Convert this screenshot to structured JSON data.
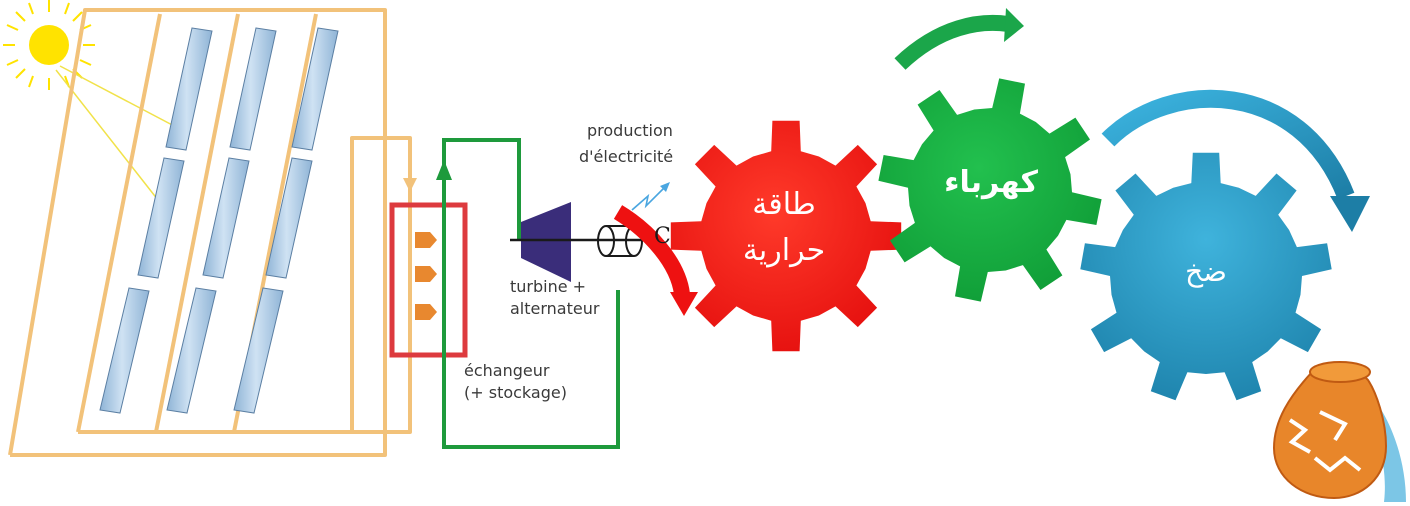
{
  "labels": {
    "production": "production",
    "electricite": "d'électricité",
    "turbine": "turbine +",
    "alternateur": "alternateur",
    "echangeur": "échangeur",
    "stockage": "(+ stockage)",
    "generator_symbol": "C"
  },
  "gears": {
    "thermal_line1": "طاقة",
    "thermal_line2": "حرارية",
    "electricity": "كهرباء",
    "pumping": "ضخ"
  },
  "colors": {
    "pipe": "#f2c27a",
    "green_pipe": "#1e9a3c",
    "exchanger_frame": "#dd3a3e",
    "exchanger_cell": "#e8882f",
    "turbine": "#3a2d7a",
    "mirror": "#aacbe6",
    "sun": "#ffe300",
    "red_gear": "#ee1111",
    "green_gear": "#12a63c",
    "blue_gear": "#2592be",
    "arrow_red": "#ee1111",
    "arrow_green": "#1ba64a",
    "arrow_blue": "#3aa6d8"
  },
  "icons": [
    "sun-icon",
    "water-jar-icon"
  ]
}
